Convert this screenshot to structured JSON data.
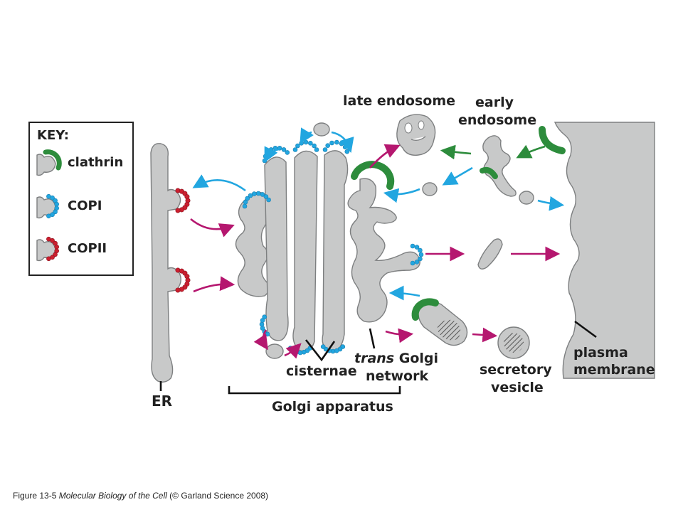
{
  "key": {
    "title": "KEY:",
    "items": [
      {
        "label": "clathrin"
      },
      {
        "label": "COPI"
      },
      {
        "label": "COPII"
      }
    ]
  },
  "labels": {
    "late_endosome": "late endosome",
    "early_endosome_1": "early",
    "early_endosome_2": "endosome",
    "plasma_membrane_1": "plasma",
    "plasma_membrane_2": "membrane",
    "secretory_1": "secretory",
    "secretory_2": "vesicle",
    "trans_golgi_italic": "trans",
    "trans_golgi_rest": " Golgi",
    "network": "network",
    "cisternae": "cisternae",
    "golgi_apparatus": "Golgi apparatus",
    "er": "ER"
  },
  "caption": {
    "figure": "Figure 13-5",
    "book": "Molecular Biology of the Cell",
    "credit": "(© Garland Science 2008)"
  },
  "colors": {
    "organelle": "#c8c9c9",
    "clathrin": "#2d8c3c",
    "copi": "#22a6e0",
    "copii": "#cc1f2f",
    "arrow_magenta": "#b5176f"
  }
}
